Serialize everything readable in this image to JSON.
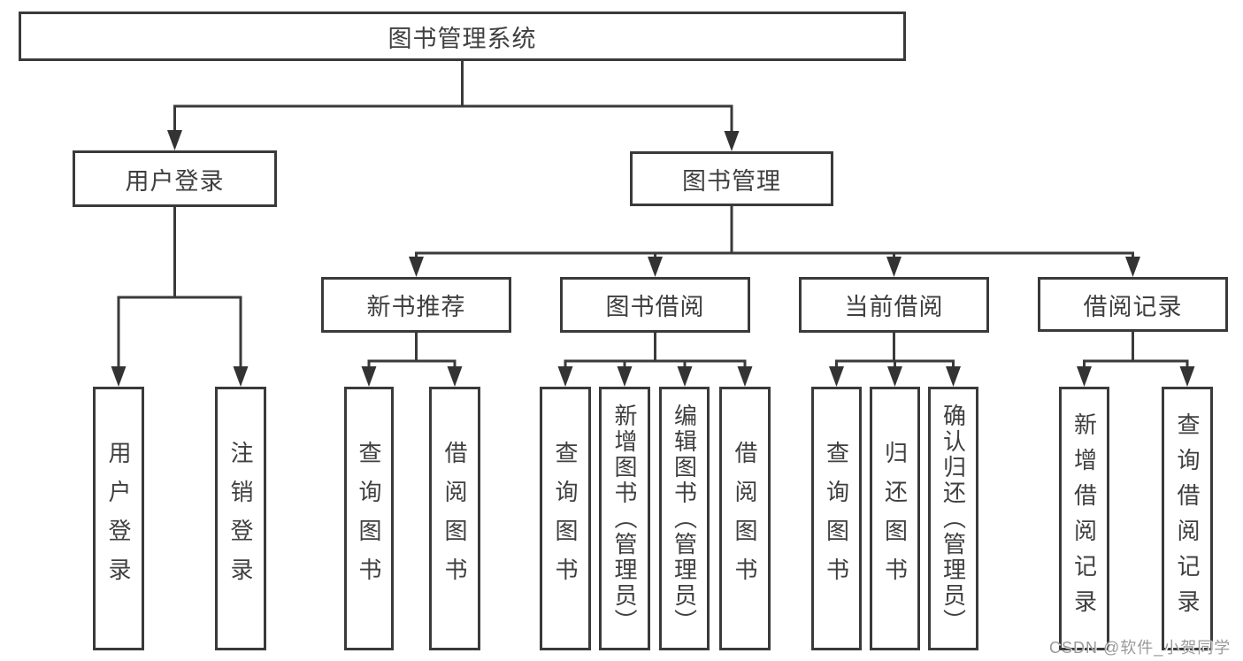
{
  "diagram": {
    "title": "图书管理系统",
    "type": "hierarchy-tree",
    "colors": {
      "line": "#3a3a3a",
      "box_border": "#3a3a3a",
      "text": "#3f3f3f",
      "background": "#ffffff",
      "watermark": "#9a9a9a"
    },
    "nodes": {
      "root": "图书管理系统",
      "user_login": "用户登录",
      "book_mgmt": "图书管理",
      "new_book_rec": "新书推荐",
      "book_borrow": "图书借阅",
      "current_borrow": "当前借阅",
      "borrow_records": "借阅记录",
      "ul_login": "用户登录",
      "ul_logout": "注销登录",
      "nbr_query": "查询图书",
      "nbr_borrow": "借阅图书",
      "bb_query": "查询图书",
      "bb_add": "新增图书（管理员）",
      "bb_edit": "编辑图书（管理员）",
      "bb_borrow": "借阅图书",
      "cb_query": "查询图书",
      "cb_return": "归还图书",
      "cb_confirm": "确认归还（管理员）",
      "br_add": "新增借阅记录",
      "br_query": "查询借阅记录"
    },
    "hierarchy": {
      "label": "图书管理系统",
      "children": [
        {
          "label": "用户登录",
          "children": [
            {
              "label": "用户登录"
            },
            {
              "label": "注销登录"
            }
          ]
        },
        {
          "label": "图书管理",
          "children": [
            {
              "label": "新书推荐",
              "children": [
                {
                  "label": "查询图书"
                },
                {
                  "label": "借阅图书"
                }
              ]
            },
            {
              "label": "图书借阅",
              "children": [
                {
                  "label": "查询图书"
                },
                {
                  "label": "新增图书（管理员）"
                },
                {
                  "label": "编辑图书（管理员）"
                },
                {
                  "label": "借阅图书"
                }
              ]
            },
            {
              "label": "当前借阅",
              "children": [
                {
                  "label": "查询图书"
                },
                {
                  "label": "归还图书"
                },
                {
                  "label": "确认归还（管理员）"
                }
              ]
            },
            {
              "label": "借阅记录",
              "children": [
                {
                  "label": "新增借阅记录"
                },
                {
                  "label": "查询借阅记录"
                }
              ]
            }
          ]
        }
      ]
    }
  },
  "watermark": {
    "text": "CSDN @软件_小贺同学"
  }
}
